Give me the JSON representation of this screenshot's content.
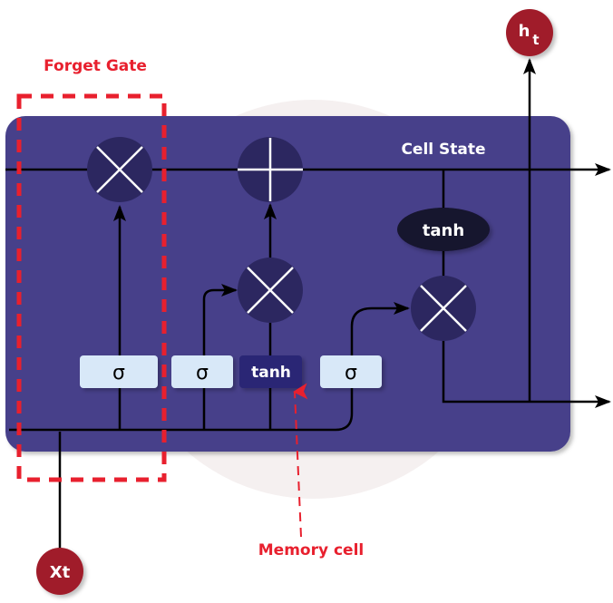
{
  "title": "LSTM cell diagram",
  "labels": {
    "forget_gate": "Forget Gate",
    "cell_state": "Cell State",
    "memory_cell": "Memory cell",
    "input": "Xt",
    "output_h": "h",
    "output_sub": "t"
  },
  "gates": {
    "sigma_1": "σ",
    "sigma_2": "σ",
    "tanh_input": "tanh",
    "sigma_3": "σ",
    "tanh_output": "tanh"
  },
  "colors": {
    "cell_bg": "#46408a",
    "op_circle": "#2c2760",
    "gate_box": "#d8e8f8",
    "tanh_box": "#2a2774",
    "tanh_ellipse": "#15122e",
    "node_red": "#a01c2a",
    "annotation_red": "#e8202e",
    "backdrop": "#f5f0f0",
    "line": "#000000"
  }
}
